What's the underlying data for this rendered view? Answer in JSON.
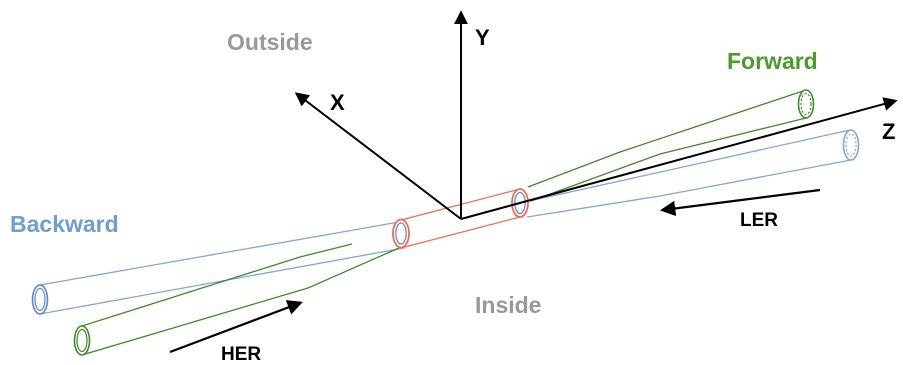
{
  "labels": {
    "outside": "Outside",
    "inside": "Inside",
    "forward": "Forward",
    "backward": "Backward",
    "axis_x": "X",
    "axis_y": "Y",
    "axis_z": "Z",
    "ler": "LER",
    "her": "HER"
  },
  "colors": {
    "region_gray": "#999999",
    "forward_green": "#4a9a2c",
    "backward_blue": "#6f9fcf",
    "her_pipe": "#3e8a2a",
    "ler_pipe": "#80a8d4",
    "interaction_pipe": "#f06a50",
    "axis": "#000000"
  }
}
